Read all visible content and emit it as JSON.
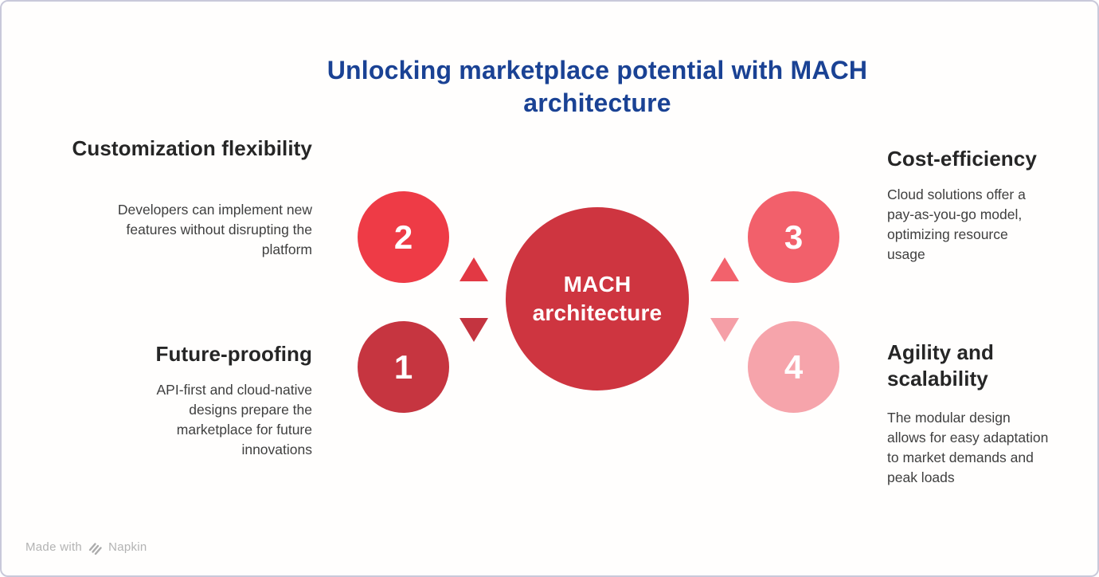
{
  "title": "Unlocking marketplace potential with MACH architecture",
  "center": {
    "label": "MACH architecture"
  },
  "items": [
    {
      "number": "2",
      "heading": "Customization flexibility",
      "body": "Developers can implement new features without disrupting the platform"
    },
    {
      "number": "1",
      "heading": "Future-proofing",
      "body": "API-first and cloud-native designs prepare the marketplace for future innovations"
    },
    {
      "number": "3",
      "heading": "Cost-efficiency",
      "body": "Cloud solutions offer a pay-as-you-go model, optimizing resource usage"
    },
    {
      "number": "4",
      "heading": "Agility and scalability",
      "body": "The modular design allows for easy adaptation to market demands and peak loads"
    }
  ],
  "footer": {
    "made_with": "Made with",
    "brand": "Napkin"
  },
  "colors": {
    "title": "#1a4294",
    "heading": "#262626",
    "body": "#3f3f3f",
    "center_circle": "#ce3540",
    "circle_1": "#c63540",
    "circle_2": "#ee3b46",
    "circle_3": "#f2606b",
    "circle_4": "#f6a4ab",
    "arrow_up_left": "#e23944",
    "arrow_down_left": "#c43440",
    "arrow_up_right": "#f2626c",
    "arrow_down_right": "#f59fa7",
    "footer_text": "#b3b3b3",
    "page_border": "#c9c9da"
  }
}
